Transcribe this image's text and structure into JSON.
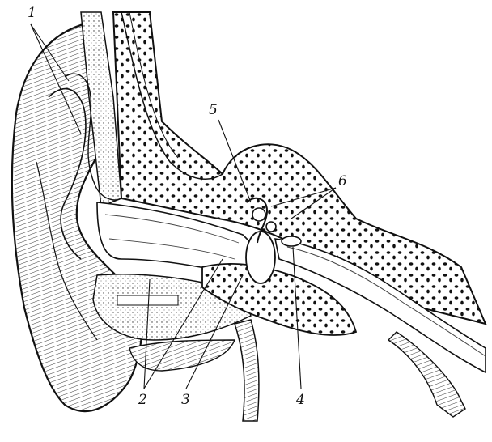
{
  "figure": {
    "labels": [
      {
        "id": "label-1",
        "text": "1"
      },
      {
        "id": "label-2",
        "text": "2"
      },
      {
        "id": "label-3",
        "text": "3"
      },
      {
        "id": "label-4",
        "text": "4"
      },
      {
        "id": "label-5",
        "text": "5"
      },
      {
        "id": "label-6",
        "text": "6"
      }
    ]
  }
}
